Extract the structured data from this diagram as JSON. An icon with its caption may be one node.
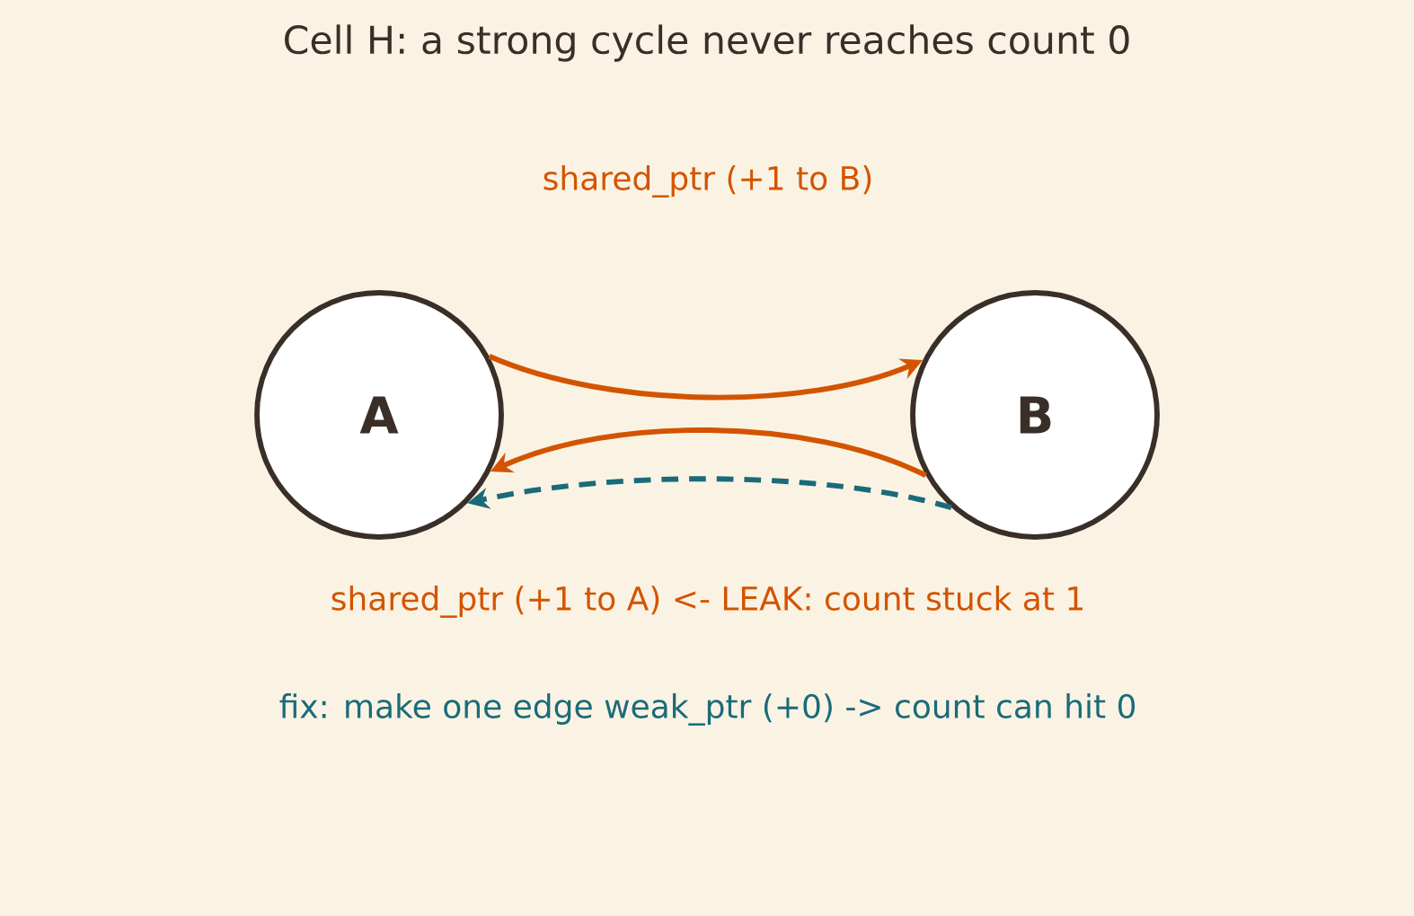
{
  "diagram": {
    "title": "Cell H: a strong cycle never reaches count 0",
    "nodes": [
      {
        "text": [
          "A"
        ]
      },
      {
        "text": [
          "B"
        ]
      }
    ],
    "edges": [
      {
        "from": 0,
        "to": 1,
        "arrow": "to"
      },
      {
        "from": 1,
        "to": 0,
        "arrow": "to"
      },
      {
        "from": 1,
        "to": 0,
        "arrow": "to",
        "style": "dashed",
        "color": "#1a6b7a"
      }
    ],
    "labels": [
      "shared_ptr  (+1 to B)",
      "shared_ptr  (+1 to A)  <- LEAK: count stuck at 1",
      "fix: make one edge weak_ptr (+0)  ->  count can hit 0"
    ]
  }
}
